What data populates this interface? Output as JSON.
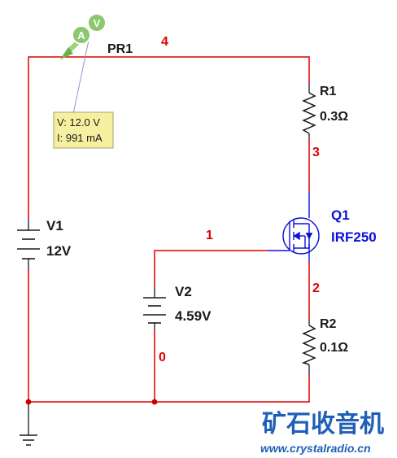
{
  "probe": {
    "name": "PR1",
    "icon_a": "A",
    "icon_v": "V",
    "voltage": "V: 12.0 V",
    "current": "I: 991 mA"
  },
  "nets": {
    "n4": "4",
    "n3": "3",
    "n2": "2",
    "n1": "1",
    "n0": "0"
  },
  "components": {
    "r1": {
      "name": "R1",
      "value": "0.3Ω"
    },
    "r2": {
      "name": "R2",
      "value": "0.1Ω"
    },
    "v1": {
      "name": "V1",
      "value": "12V"
    },
    "v2": {
      "name": "V2",
      "value": "4.59V"
    },
    "q1": {
      "name": "Q1",
      "value": "IRF250"
    }
  },
  "watermark": {
    "title": "矿石收音机",
    "url": "www.crystalradio.cn"
  },
  "colors": {
    "wire": "#dd0000",
    "component": "#1a1a1a",
    "node": "#cc0000",
    "net_label": "#dd0000",
    "transistor": "#0a10d8",
    "probe_box": "#f5f0a0",
    "watermark": "#1f5fb8"
  }
}
